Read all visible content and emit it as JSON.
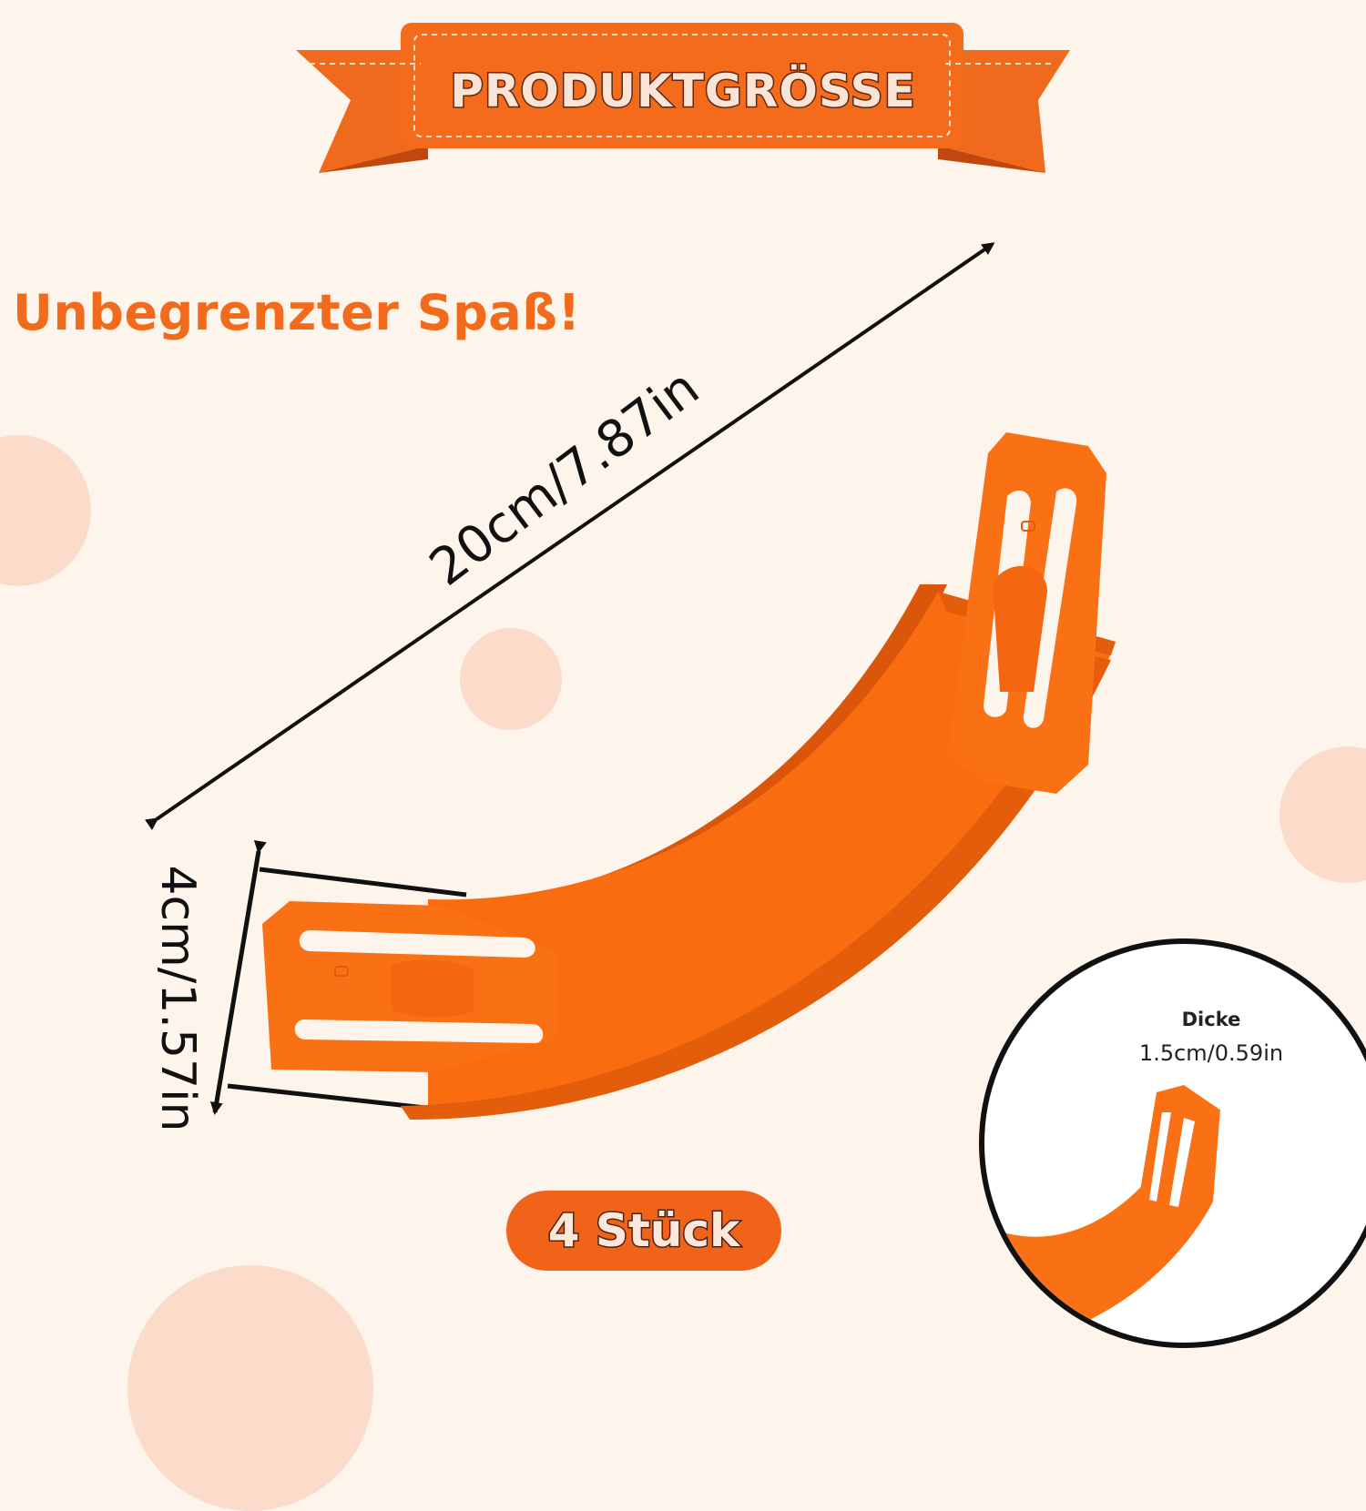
{
  "banner": {
    "title": "PRODUKTGRÖSSE"
  },
  "headline": "Unbegrenzter Spaß!",
  "dimensions": {
    "length": "20cm/7.87in",
    "width": "4cm/1.57in"
  },
  "quantity_badge": "4 Stück",
  "inset": {
    "label": "Dicke",
    "value": "1.5cm/0.59in"
  },
  "colors": {
    "accent": "#f2631a",
    "background": "#fdf4ec",
    "product": "#f96d10",
    "decor": "#fbdccb"
  }
}
